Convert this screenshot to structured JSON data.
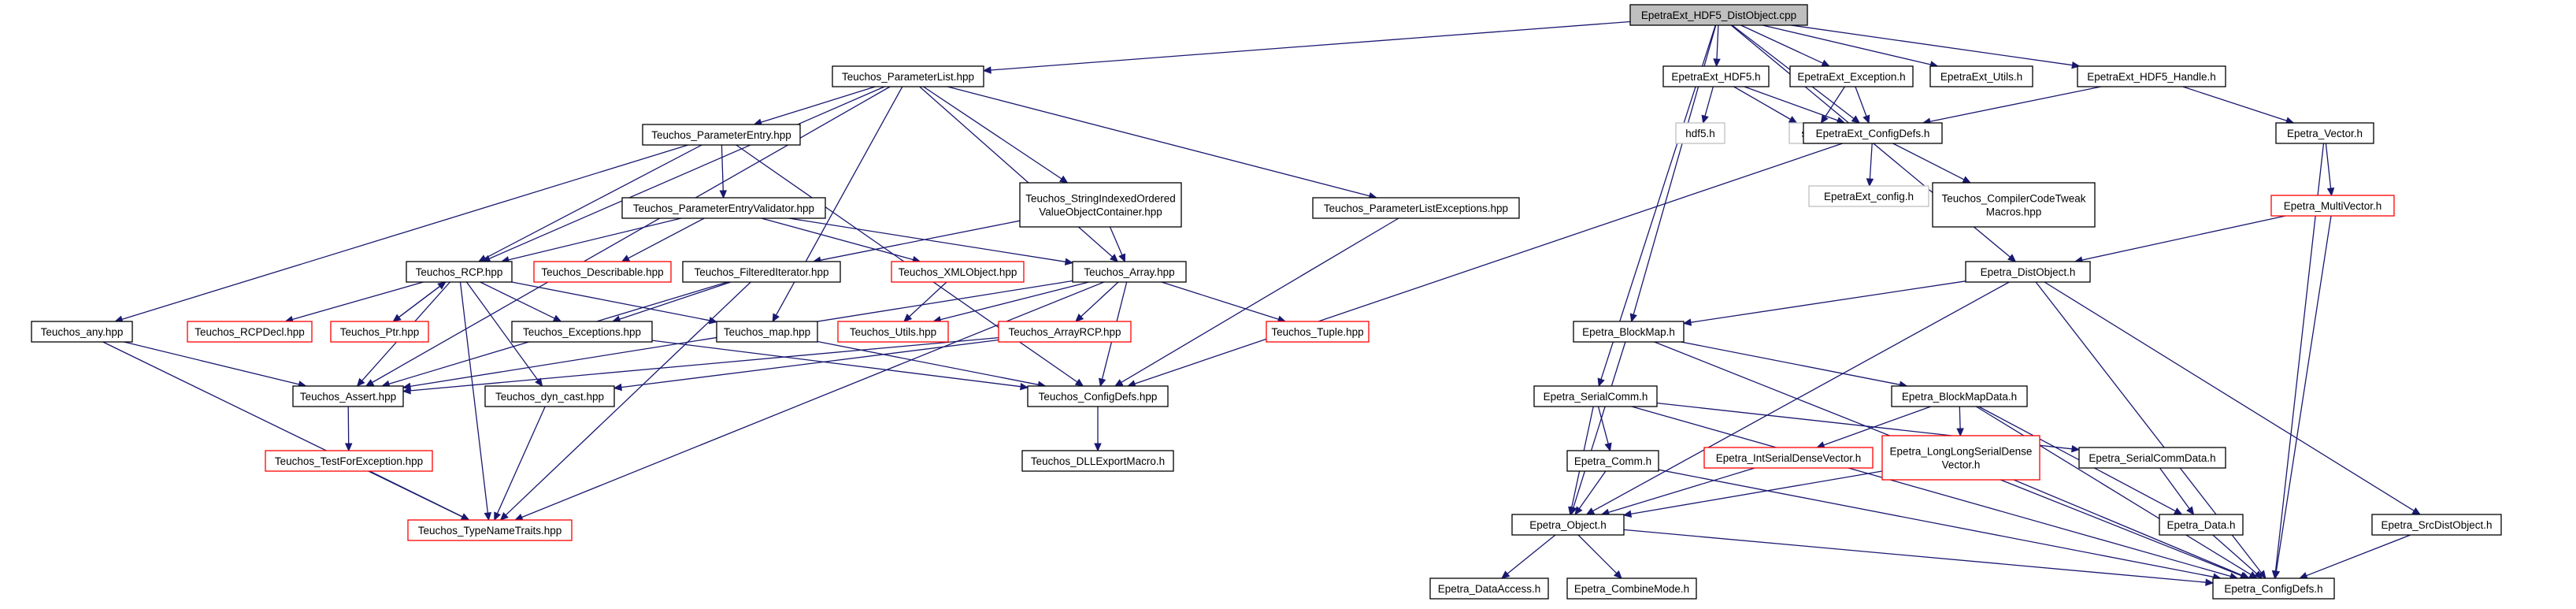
{
  "title": "EpetraExt_HDF5_DistObject.cpp",
  "colors": {
    "edge": "#191970",
    "border_default": "#000000",
    "border_truncated": "#ff0000",
    "border_external": "#bfbfbf",
    "root_fill": "#bfbfbf",
    "node_fill": "#ffffff"
  },
  "nodes": [
    {
      "id": "root",
      "label": "EpetraExt_HDF5_DistObject.cpp",
      "kind": "root"
    },
    {
      "id": "pl",
      "label": "Teuchos_ParameterList.hpp",
      "kind": "normal"
    },
    {
      "id": "pe",
      "label": "Teuchos_ParameterEntry.hpp",
      "kind": "normal"
    },
    {
      "id": "pev",
      "label": "Teuchos_ParameterEntryValidator.hpp",
      "kind": "normal"
    },
    {
      "id": "sioc",
      "label": [
        "Teuchos_StringIndexedOrdered",
        "ValueObjectContainer.hpp"
      ],
      "kind": "normal"
    },
    {
      "id": "ple",
      "label": "Teuchos_ParameterListExceptions.hpp",
      "kind": "normal"
    },
    {
      "id": "rcp",
      "label": "Teuchos_RCP.hpp",
      "kind": "normal"
    },
    {
      "id": "desc",
      "label": "Teuchos_Describable.hpp",
      "kind": "truncated"
    },
    {
      "id": "fi",
      "label": "Teuchos_FilteredIterator.hpp",
      "kind": "normal"
    },
    {
      "id": "xml",
      "label": "Teuchos_XMLObject.hpp",
      "kind": "truncated"
    },
    {
      "id": "arr",
      "label": "Teuchos_Array.hpp",
      "kind": "normal"
    },
    {
      "id": "any",
      "label": "Teuchos_any.hpp",
      "kind": "normal"
    },
    {
      "id": "rcpdecl",
      "label": "Teuchos_RCPDecl.hpp",
      "kind": "truncated"
    },
    {
      "id": "ptr",
      "label": "Teuchos_Ptr.hpp",
      "kind": "truncated"
    },
    {
      "id": "exc",
      "label": "Teuchos_Exceptions.hpp",
      "kind": "normal"
    },
    {
      "id": "map",
      "label": "Teuchos_map.hpp",
      "kind": "normal"
    },
    {
      "id": "utils",
      "label": "Teuchos_Utils.hpp",
      "kind": "truncated"
    },
    {
      "id": "arcp",
      "label": "Teuchos_ArrayRCP.hpp",
      "kind": "truncated"
    },
    {
      "id": "tuple",
      "label": "Teuchos_Tuple.hpp",
      "kind": "truncated"
    },
    {
      "id": "assert",
      "label": "Teuchos_Assert.hpp",
      "kind": "normal"
    },
    {
      "id": "dyn",
      "label": "Teuchos_dyn_cast.hpp",
      "kind": "normal"
    },
    {
      "id": "tcfg",
      "label": "Teuchos_ConfigDefs.hpp",
      "kind": "normal"
    },
    {
      "id": "tfe",
      "label": "Teuchos_TestForException.hpp",
      "kind": "truncated"
    },
    {
      "id": "dll",
      "label": "Teuchos_DLLExportMacro.h",
      "kind": "normal"
    },
    {
      "id": "tnt",
      "label": "Teuchos_TypeNameTraits.hpp",
      "kind": "truncated"
    },
    {
      "id": "hdf5",
      "label": "EpetraExt_HDF5.h",
      "kind": "normal"
    },
    {
      "id": "eexc",
      "label": "EpetraExt_Exception.h",
      "kind": "normal"
    },
    {
      "id": "eutils",
      "label": "EpetraExt_Utils.h",
      "kind": "normal"
    },
    {
      "id": "handle",
      "label": "EpetraExt_HDF5_Handle.h",
      "kind": "normal"
    },
    {
      "id": "hdf5h",
      "label": "hdf5.h",
      "kind": "external"
    },
    {
      "id": "string",
      "label": "string",
      "kind": "external"
    },
    {
      "id": "ecfg",
      "label": "EpetraExt_ConfigDefs.h",
      "kind": "normal"
    },
    {
      "id": "econf",
      "label": "EpetraExt_config.h",
      "kind": "external"
    },
    {
      "id": "cctm",
      "label": [
        "Teuchos_CompilerCodeTweak",
        "Macros.hpp"
      ],
      "kind": "normal"
    },
    {
      "id": "vec",
      "label": "Epetra_Vector.h",
      "kind": "normal"
    },
    {
      "id": "mvec",
      "label": "Epetra_MultiVector.h",
      "kind": "truncated"
    },
    {
      "id": "dobj",
      "label": "Epetra_DistObject.h",
      "kind": "normal"
    },
    {
      "id": "bmap",
      "label": "Epetra_BlockMap.h",
      "kind": "normal"
    },
    {
      "id": "bmd",
      "label": "Epetra_BlockMapData.h",
      "kind": "normal"
    },
    {
      "id": "scomm",
      "label": "Epetra_SerialComm.h",
      "kind": "normal"
    },
    {
      "id": "isdv",
      "label": "Epetra_IntSerialDenseVector.h",
      "kind": "truncated"
    },
    {
      "id": "llsdv",
      "label": [
        "Epetra_LongLongSerialDense",
        "Vector.h"
      ],
      "kind": "truncated"
    },
    {
      "id": "scd",
      "label": "Epetra_SerialCommData.h",
      "kind": "normal"
    },
    {
      "id": "comm",
      "label": "Epetra_Comm.h",
      "kind": "normal"
    },
    {
      "id": "data",
      "label": "Epetra_Data.h",
      "kind": "normal"
    },
    {
      "id": "sdo",
      "label": "Epetra_SrcDistObject.h",
      "kind": "normal"
    },
    {
      "id": "obj",
      "label": "Epetra_Object.h",
      "kind": "normal"
    },
    {
      "id": "da",
      "label": "Epetra_DataAccess.h",
      "kind": "normal"
    },
    {
      "id": "cm",
      "label": "Epetra_CombineMode.h",
      "kind": "normal"
    },
    {
      "id": "ecfgd",
      "label": "Epetra_ConfigDefs.h",
      "kind": "normal"
    }
  ]
}
